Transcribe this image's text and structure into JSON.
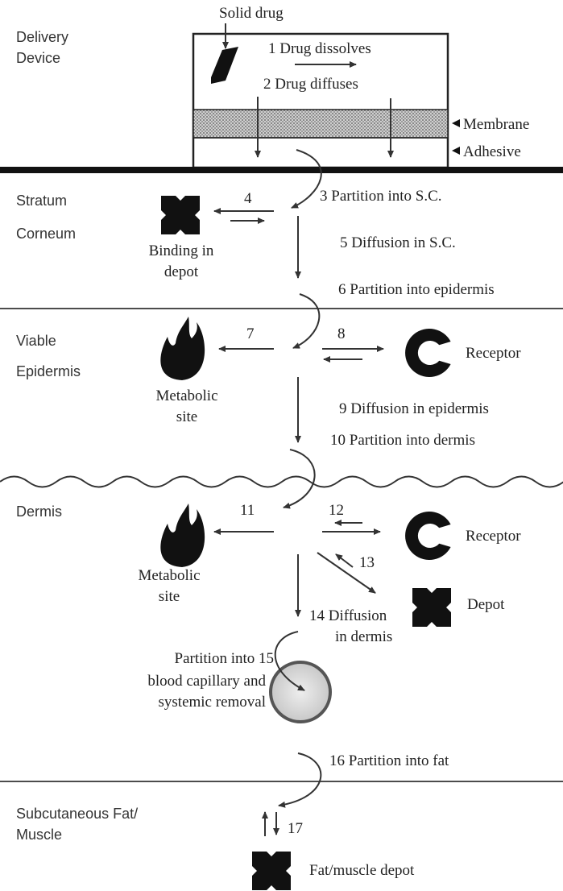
{
  "layers": {
    "delivery": [
      "Delivery",
      "Device"
    ],
    "stratum": [
      "Stratum",
      "Corneum"
    ],
    "viable": [
      "Viable",
      "Epidermis"
    ],
    "dermis": [
      "Dermis"
    ],
    "subcut": [
      "Subcutaneous Fat/",
      "Muscle"
    ]
  },
  "device": {
    "solid_drug": "Solid drug",
    "membrane": "Membrane",
    "adhesive": "Adhesive"
  },
  "steps": {
    "s1": "1 Drug dissolves",
    "s2": "2 Drug diffuses",
    "s3": "3 Partition into S.C.",
    "s4": "4",
    "s5": "5 Diffusion in S.C.",
    "s6": "6 Partition into epidermis",
    "s7": "7",
    "s8": "8",
    "s9": "9 Diffusion in epidermis",
    "s10": "10 Partition into dermis",
    "s11": "11",
    "s12": "12",
    "s13": "13",
    "s14": [
      "14 Diffusion",
      "in dermis"
    ],
    "s15": [
      "Partition into 15",
      "blood capillary and",
      "systemic removal"
    ],
    "s16": "16 Partition into fat",
    "s17": "17"
  },
  "sites": {
    "binding_depot": [
      "Binding in",
      "depot"
    ],
    "metabolic_site": [
      "Metabolic",
      "site"
    ],
    "receptor": "Receptor",
    "depot": "Depot",
    "fat_muscle_depot": "Fat/muscle depot"
  },
  "colors": {
    "ink": "#111111",
    "line": "#333333",
    "membrane_fill": "#bdbdbd",
    "capillary_fill": "#d9d9d9"
  }
}
